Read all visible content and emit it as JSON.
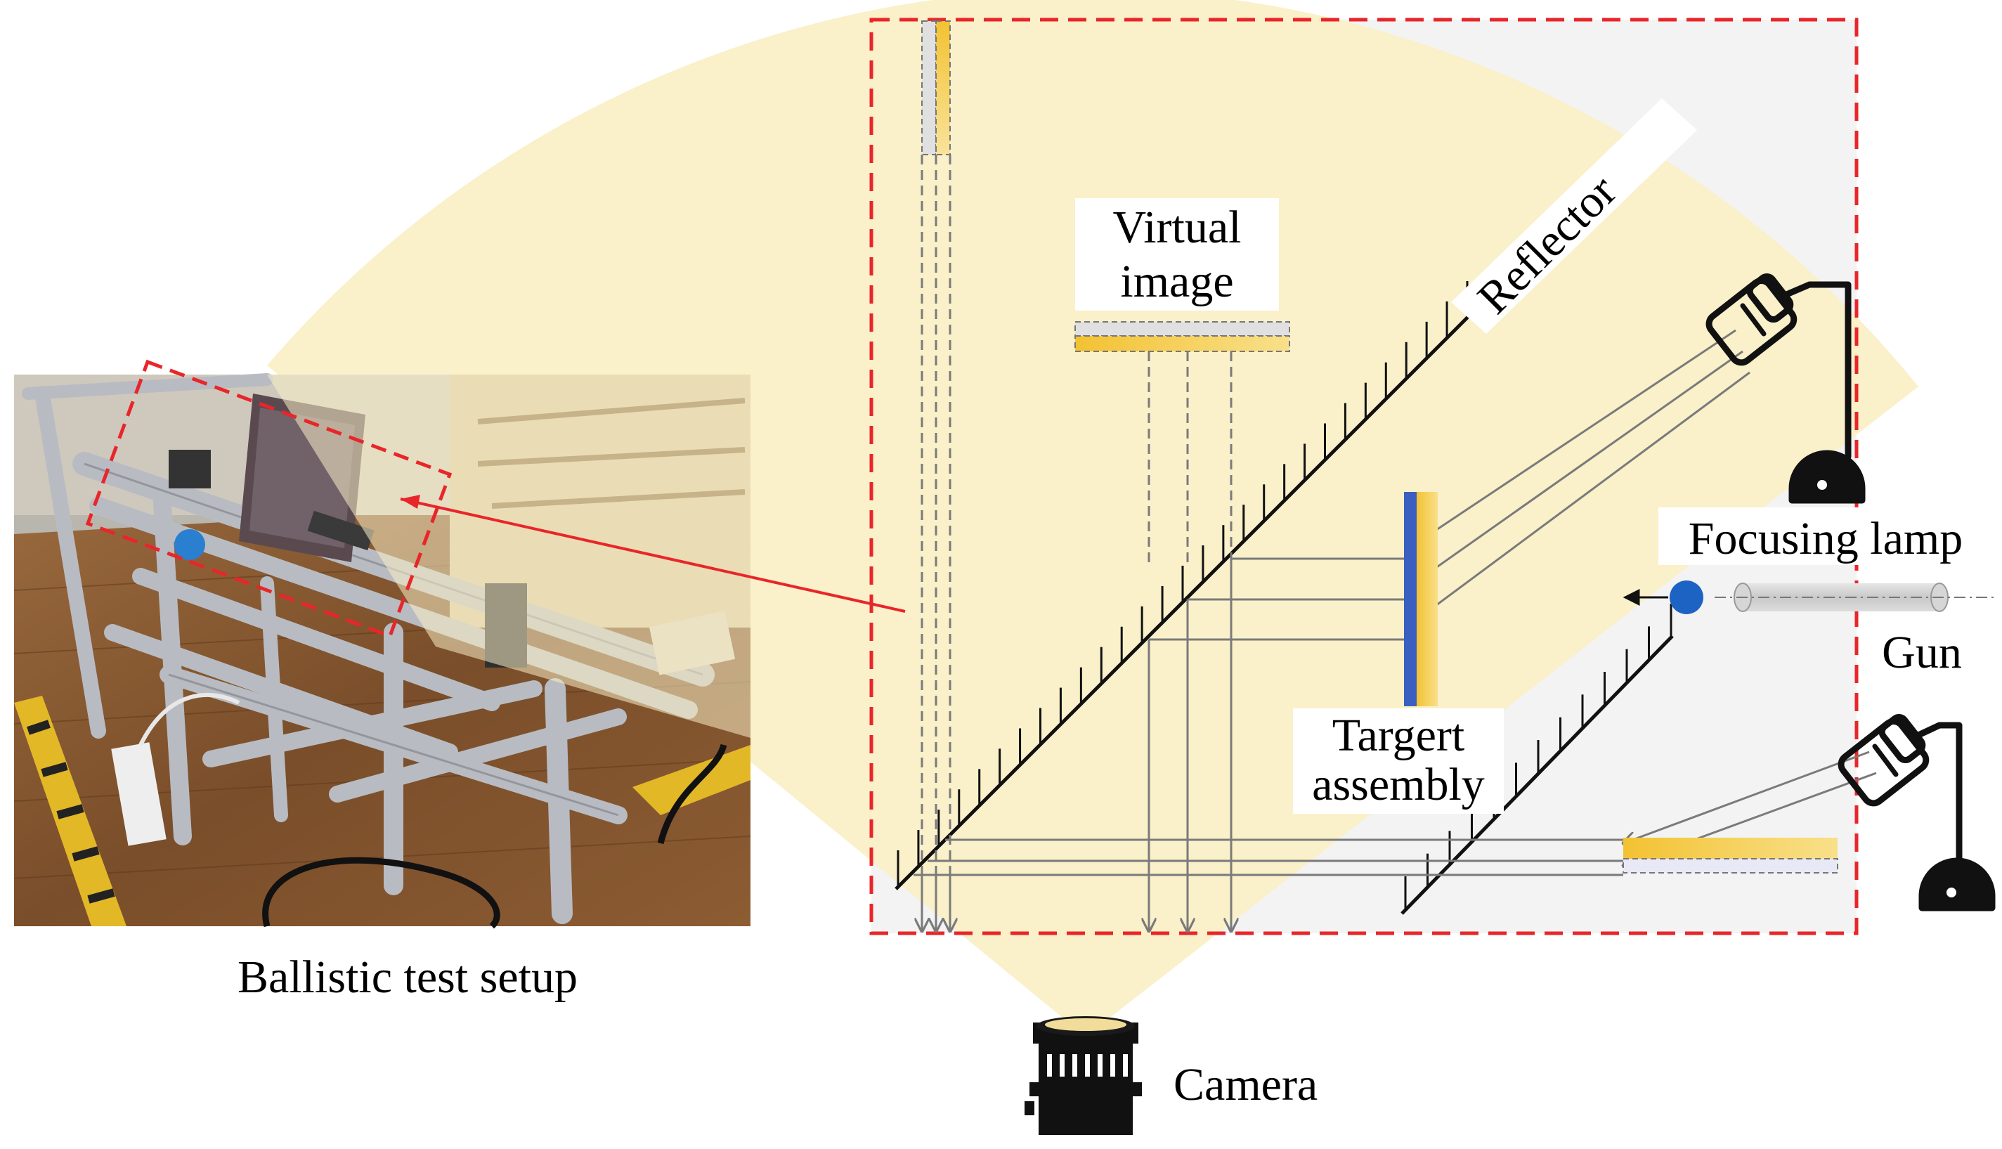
{
  "labels": {
    "virtual_image_line1": "Virtual",
    "virtual_image_line2": "image",
    "reflector": "Reflector",
    "focusing_lamp": "Focusing lamp",
    "gun": "Gun",
    "target_line1": "Targert",
    "target_line2": "assembly",
    "camera": "Camera",
    "photo_caption": "Ballistic test setup"
  },
  "colors": {
    "field_of_view": "#faefc6",
    "highlight_box": "#e8262a",
    "ray": "#7a7a7a",
    "target_front": "#3b5fc0",
    "target_back": "#f3c232",
    "bullet": "#1c63c4",
    "panel_bg": "#f3f3f3"
  },
  "icons": [
    "camera-icon",
    "focusing-lamp-icon",
    "gun-barrel-icon",
    "bullet-icon"
  ]
}
